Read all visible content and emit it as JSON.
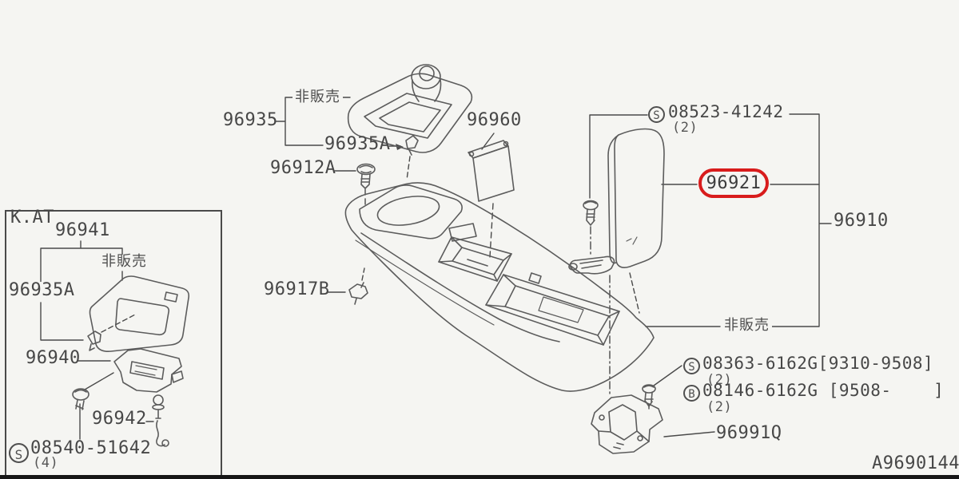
{
  "colors": {
    "background": "#f5f5f2",
    "line": "#5c5c5c",
    "leader": "#4a4a4a",
    "text": "#474747",
    "highlight": "#d81c1c",
    "footer_bar": "#161616"
  },
  "inset": {
    "transmission_label": "K.AT",
    "finisher_part": "96941",
    "not_for_sale": "非販売",
    "clip_part": "96935A",
    "bracket_part": "96940",
    "indicator_part": "96942",
    "screw_marker": "S",
    "screw_part": "08540-51642",
    "screw_qty": "(4)"
  },
  "main": {
    "boot_assembly_part": "96935",
    "boot_not_for_sale": "非販売",
    "boot_clip_part": "96935A",
    "boot_screw_part": "96912A",
    "pocket_part": "96960",
    "rear_clip_part": "96917B",
    "finisher_screw_marker": "S",
    "finisher_screw_part": "08523-41242",
    "finisher_screw_qty": "(2)",
    "highlighted_part": "96921",
    "console_part": "96910",
    "console_not_for_sale": "非販売",
    "bolt_s_marker": "S",
    "bolt_s_part": "08363-6162G[9310-9508]",
    "bolt_s_qty": "(2)",
    "bolt_b_marker": "B",
    "bolt_b_part": "08146-6162G [9508-    ]",
    "bolt_b_qty": "(2)",
    "bracket_part": "96991Q"
  },
  "footer": {
    "drawing_number": "A9690144"
  }
}
